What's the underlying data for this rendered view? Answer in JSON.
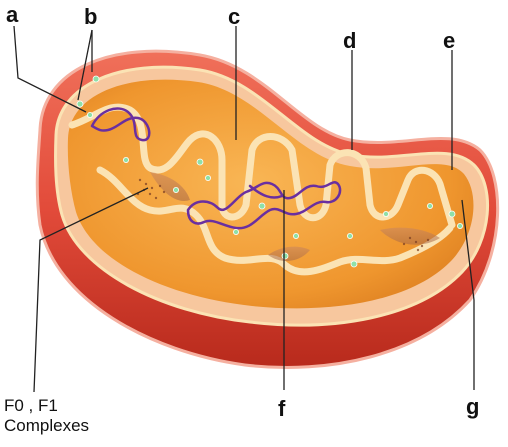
{
  "labels": {
    "a": "a",
    "b": "b",
    "c": "c",
    "d": "d",
    "e": "e",
    "f": "f",
    "g": "g",
    "complexes_line1": "F0 , F1",
    "complexes_line2": "Complexes"
  },
  "colors": {
    "outer_membrane": "#e24b3a",
    "outer_dark": "#c2301f",
    "matrix": "#f3a03a",
    "cristae": "#fbe3b4",
    "dna": "#6a2fa0",
    "ribosome": "#8fe0a8"
  }
}
